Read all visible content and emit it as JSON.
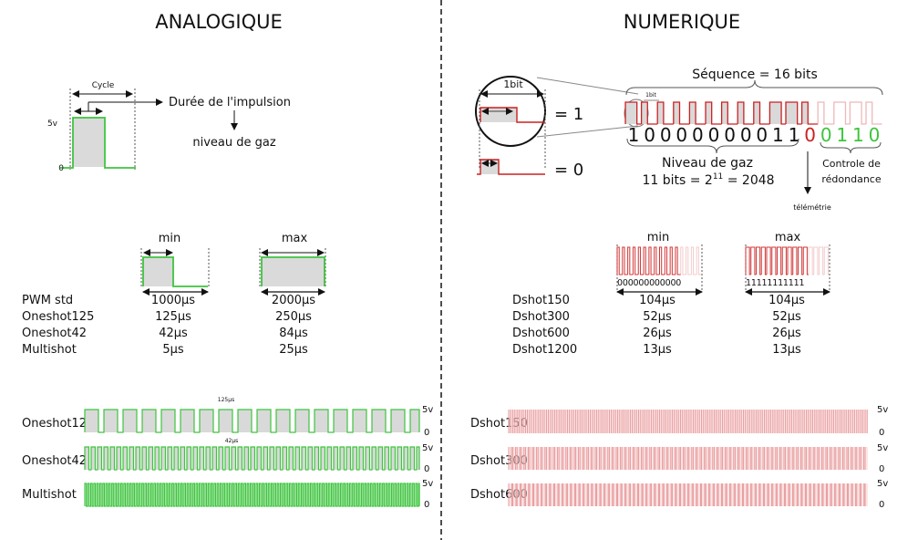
{
  "colors": {
    "green": "#3ec43e",
    "green_fill": "#dadada",
    "red": "#cc2020",
    "pink": "#e8999b",
    "pink_fill": "#f6d3d4",
    "text": "#111111",
    "signal_gray": "#d9d9d9"
  },
  "analog": {
    "title": "ANALOGIQUE",
    "cycle_label": "Cycle",
    "pulse_label": "Durée de l'impulsion",
    "throttle_label": "niveau de gaz",
    "v5": "5v",
    "v0": "0",
    "min_label": "min",
    "max_label": "max",
    "protocols": [
      {
        "name": "PWM std",
        "min": "1000µs",
        "max": "2000µs"
      },
      {
        "name": "Oneshot125",
        "min": "125µs",
        "max": "250µs"
      },
      {
        "name": "Oneshot42",
        "min": "42µs",
        "max": "84µs"
      },
      {
        "name": "Multishot",
        "min": "5µs",
        "max": "25µs"
      }
    ],
    "trains": [
      {
        "name": "Oneshot125",
        "annotation": "125µs",
        "v5": "5v",
        "v0": "0"
      },
      {
        "name": "Oneshot42",
        "annotation": "42µs",
        "v5": "5v",
        "v0": "0"
      },
      {
        "name": "Multishot",
        "v5": "5v",
        "v0": "0"
      }
    ]
  },
  "digital": {
    "title": "NUMERIQUE",
    "sequence_label": "Séquence = 16 bits",
    "bit_label": "1bit",
    "bit_small_label": "1bit",
    "eq_one": "= 1",
    "eq_zero": "= 0",
    "bits_throttle": [
      "1",
      "0",
      "0",
      "0",
      "0",
      "0",
      "0",
      "0",
      "0",
      "1",
      "1"
    ],
    "bit_telemetry": "0",
    "bits_crc": [
      "0",
      "1",
      "1",
      "0"
    ],
    "throttle_level_label": "Niveau de gaz",
    "bits_formula_a": "11 bits = 2",
    "bits_formula_sup": "11",
    "bits_formula_b": " = 2048",
    "crc_label_1": "Controle de",
    "crc_label_2": "rédondance",
    "telemetry_label": "télémétrie",
    "min_label": "min",
    "max_label": "max",
    "min_bits": "000000000000",
    "max_bits": "11111111111",
    "protocols": [
      {
        "name": "Dshot150",
        "min": "104µs",
        "max": "104µs"
      },
      {
        "name": "Dshot300",
        "min": "52µs",
        "max": "52µs"
      },
      {
        "name": "Dshot600",
        "min": "26µs",
        "max": "26µs"
      },
      {
        "name": "Dshot1200",
        "min": "13µs",
        "max": "13µs"
      }
    ],
    "trains": [
      {
        "name": "Dshot150",
        "v5": "5v",
        "v0": "0"
      },
      {
        "name": "Dshot300",
        "v5": "5v",
        "v0": "0"
      },
      {
        "name": "Dshot600",
        "v5": "5v",
        "v0": "0"
      }
    ]
  }
}
